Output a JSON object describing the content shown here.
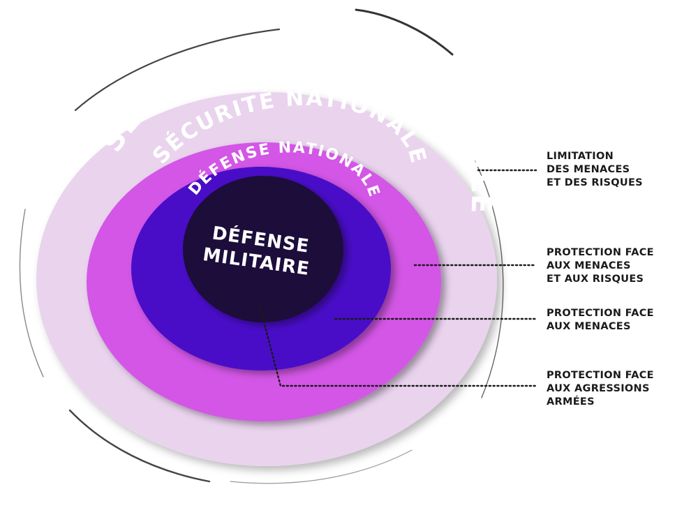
{
  "colors": {
    "internationale": "#e9d3ed",
    "nationale": "#d356e6",
    "defense_nationale": "#4a0bc8",
    "defense_militaire": "#1f0b3a",
    "label_white": "#ffffff",
    "callout_text": "#1a1a1a",
    "swoosh": "#555555"
  },
  "rings": {
    "securite_internationale": "SÉCURITÉ INTERNATIONALE",
    "securite_nationale": "SÉCURITÉ NATIONALE",
    "defense_nationale": "DÉFENSE NATIONALE",
    "defense_militaire": {
      "line1": "DÉFENSE",
      "line2": "MILITAIRE"
    }
  },
  "callouts": [
    {
      "lines": [
        "LIMITATION",
        "DES MENACES",
        "ET DES RISQUES"
      ]
    },
    {
      "lines": [
        "PROTECTION FACE",
        "AUX MENACES",
        "ET AUX RISQUES"
      ]
    },
    {
      "lines": [
        "PROTECTION FACE",
        "AUX MENACES"
      ]
    },
    {
      "lines": [
        "PROTECTION FACE",
        "AUX AGRESSIONS",
        "ARMÉES"
      ]
    }
  ]
}
